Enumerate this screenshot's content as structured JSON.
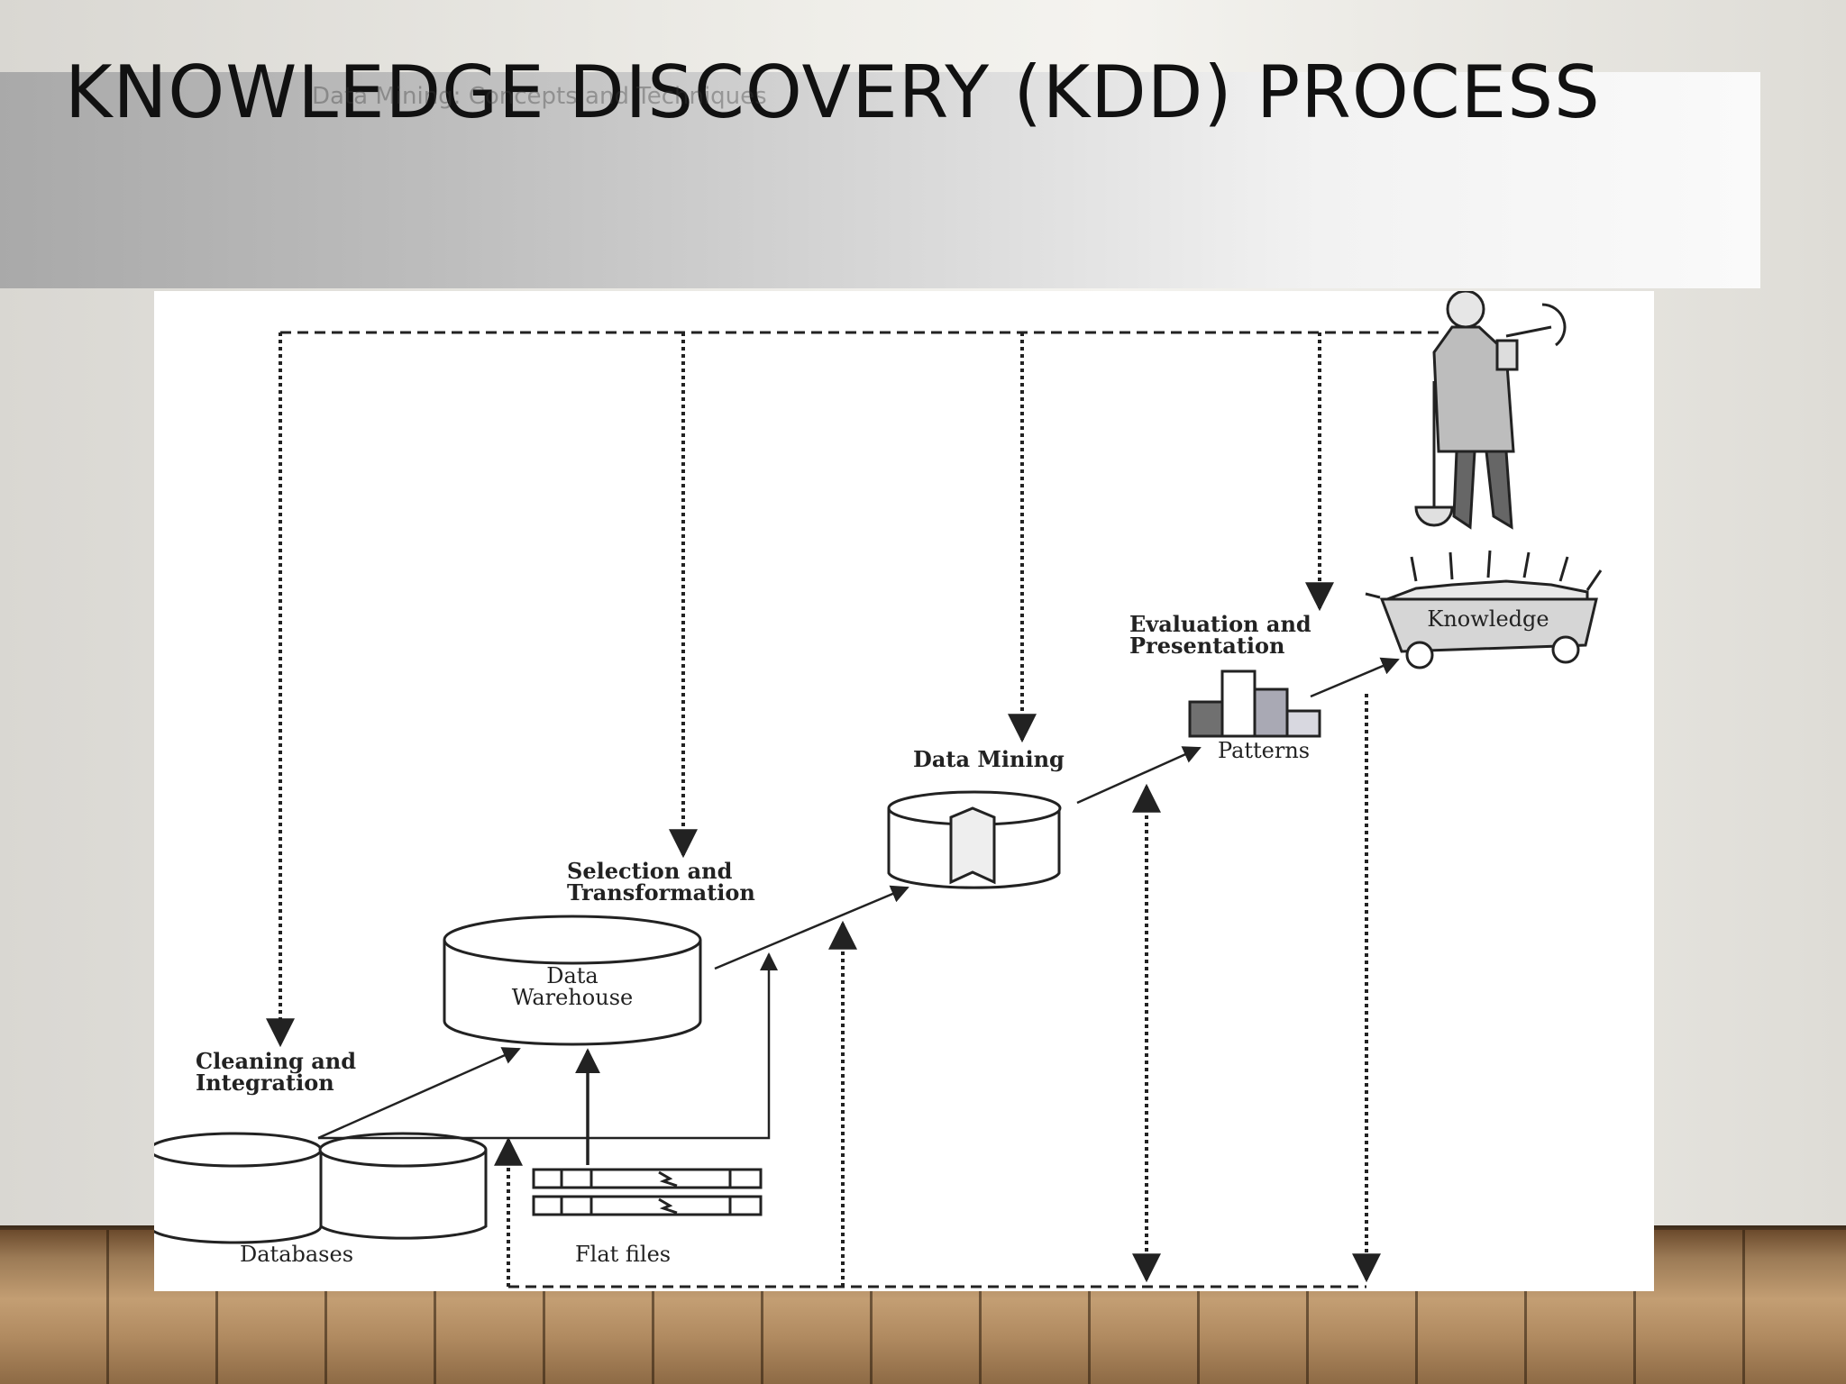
{
  "slide": {
    "title": "KNOWLEDGE DISCOVERY (KDD) PROCESS",
    "watermark": "Data Mining: Concepts and Techniques"
  },
  "diagram": {
    "labels": {
      "cleaning_line1": "Cleaning and",
      "cleaning_line2": "Integration",
      "databases": "Databases",
      "flat_files": "Flat files",
      "warehouse_line1": "Data",
      "warehouse_line2": "Warehouse",
      "selection_line1": "Selection and",
      "selection_line2": "Transformation",
      "data_mining": "Data Mining",
      "evaluation_line1": "Evaluation and",
      "evaluation_line2": "Presentation",
      "patterns": "Patterns",
      "knowledge": "Knowledge"
    },
    "colors": {
      "ink": "#222222",
      "bar_dark": "#707070",
      "bar_mid": "#a9a9b4",
      "bar_light": "#d8d8e0"
    }
  }
}
